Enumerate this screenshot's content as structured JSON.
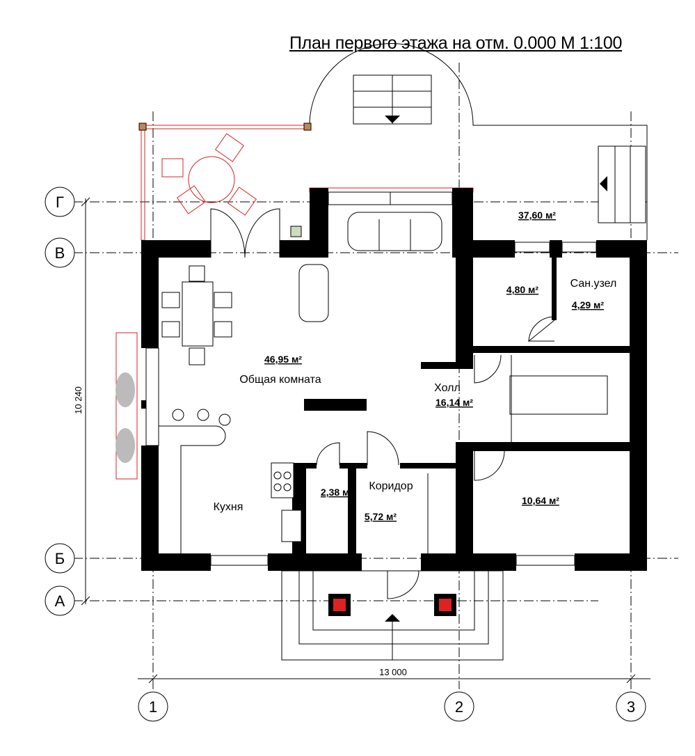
{
  "title": "План первого этажа на отм. 0.000  М 1:100",
  "axes": {
    "rows": [
      "Г",
      "В",
      "Б",
      "А"
    ],
    "cols": [
      "1",
      "2",
      "3"
    ]
  },
  "dimensions": {
    "width": "13 000",
    "depth": "10 240"
  },
  "rooms": {
    "terrace": {
      "area": "37,60 м²"
    },
    "living": {
      "name": "Общая комната",
      "area": "46,95 м²"
    },
    "boiler": {
      "area": "4,80 м²"
    },
    "bathroom": {
      "name": "Сан.узел",
      "area": "4,29 м²"
    },
    "hall": {
      "name": "Холл",
      "area": "16,14 м²"
    },
    "kitchen": {
      "name": "Кухня"
    },
    "pantry": {
      "area": "2,38 м²"
    },
    "corridor": {
      "name": "Коридор",
      "area": "5,72 м²"
    },
    "bedroom": {
      "area": "10,64 м²"
    }
  },
  "colors": {
    "wall": "#000000",
    "accent": "#dd2222"
  }
}
